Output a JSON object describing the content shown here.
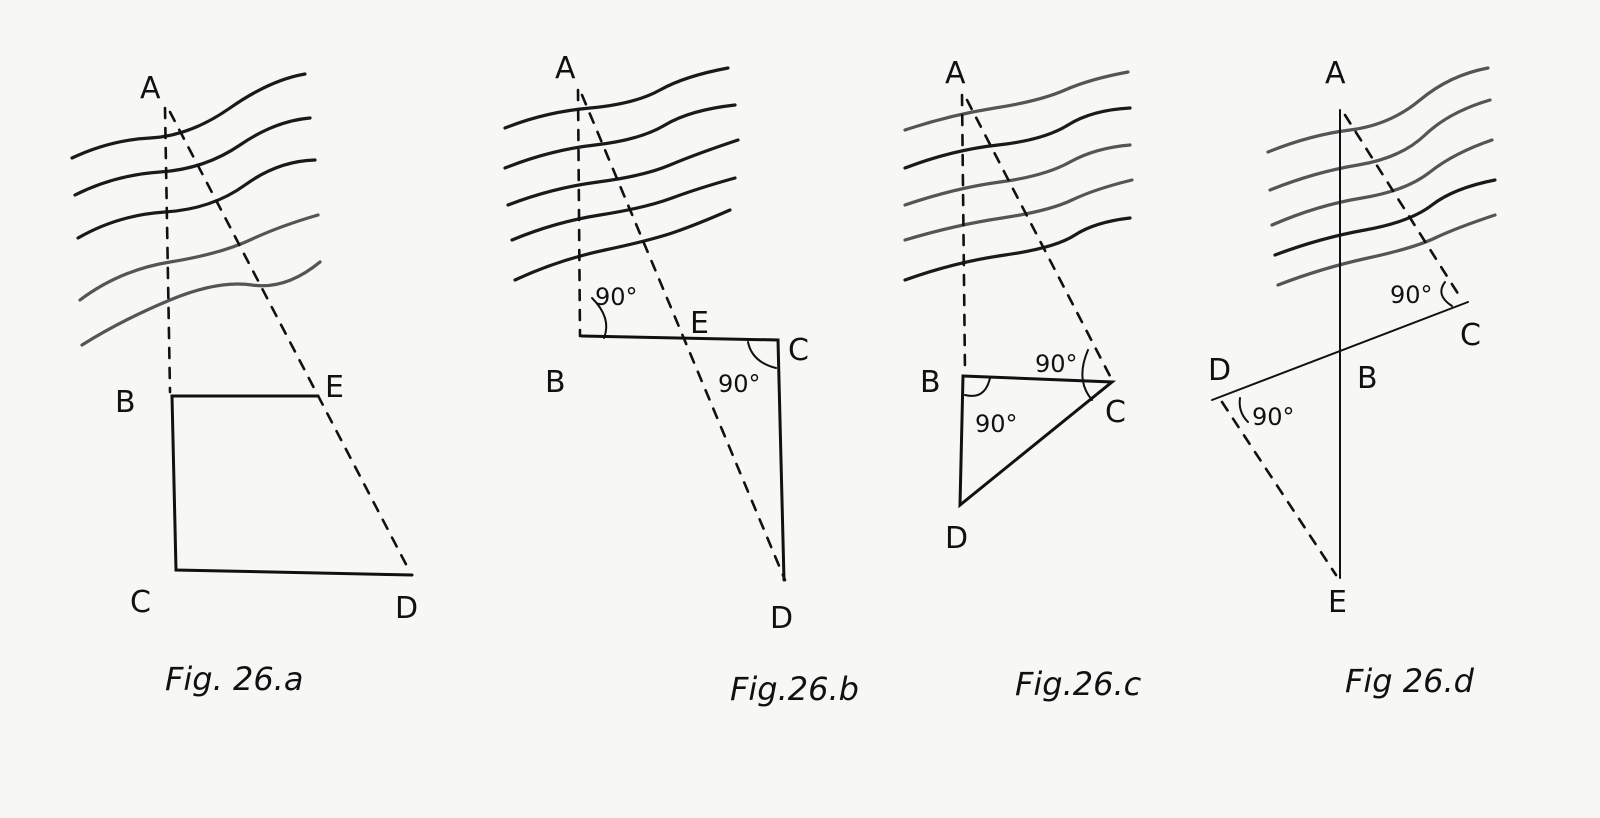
{
  "figures": [
    {
      "id": "a",
      "caption": "Fig. 26.a",
      "points": [
        "A",
        "B",
        "C",
        "D",
        "E"
      ],
      "angles": []
    },
    {
      "id": "b",
      "caption": "Fig.26.b",
      "points": [
        "A",
        "B",
        "C",
        "D",
        "E"
      ],
      "angles": [
        "90°",
        "90°"
      ]
    },
    {
      "id": "c",
      "caption": "Fig.26.c",
      "points": [
        "A",
        "B",
        "C",
        "D"
      ],
      "angles": [
        "90°",
        "90°"
      ]
    },
    {
      "id": "d",
      "caption": "Fig 26.d",
      "points": [
        "A",
        "B",
        "C",
        "D",
        "E"
      ],
      "angles": [
        "90°",
        "90°"
      ]
    }
  ]
}
